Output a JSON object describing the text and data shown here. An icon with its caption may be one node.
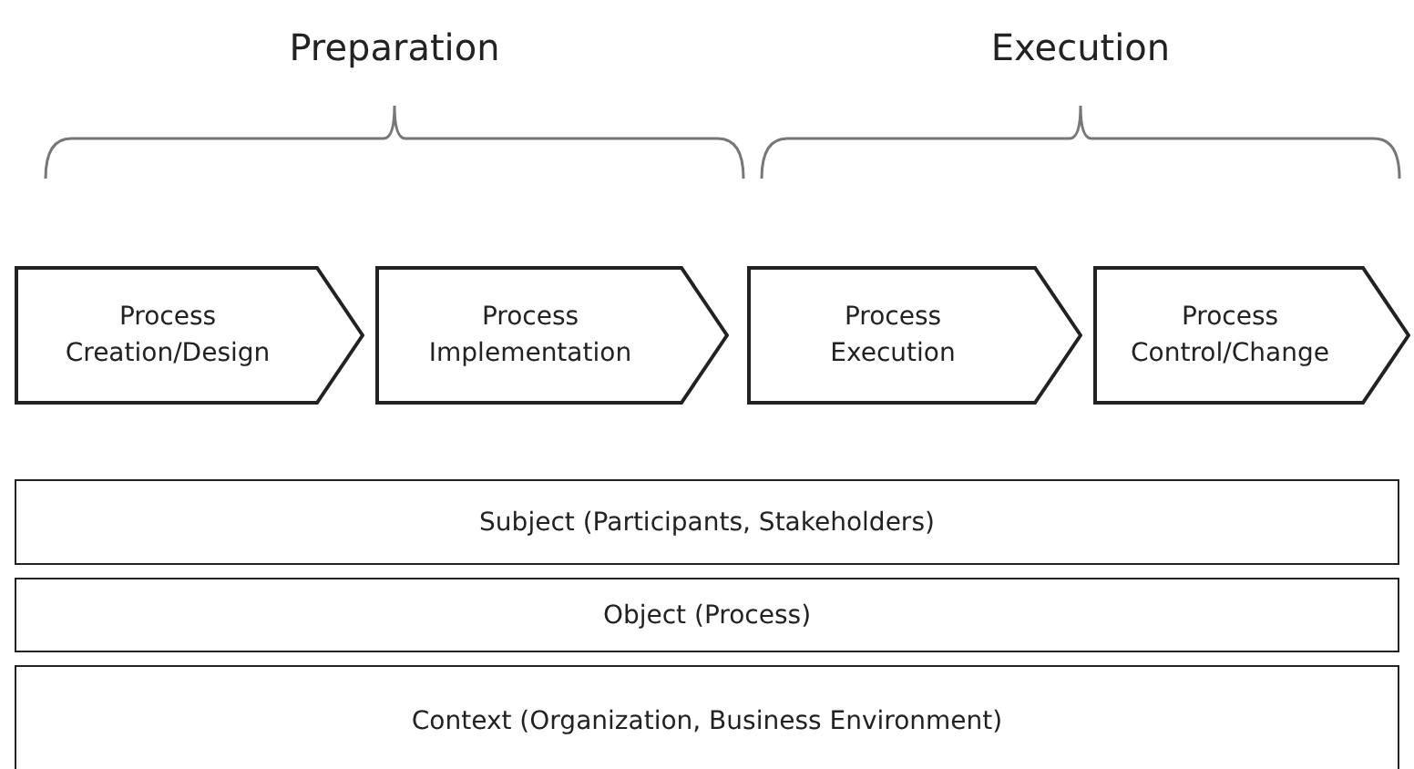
{
  "diagram": {
    "nodes": [
      {
        "text": [
          "Process Creation/Design"
        ]
      },
      {
        "text": [
          "Process Implementation"
        ]
      },
      {
        "text": [
          "Process Execution"
        ]
      },
      {
        "text": [
          "Process Control/Change"
        ]
      },
      {
        "text": [
          "Subject (Participants, Stakeholders)"
        ]
      },
      {
        "text": [
          "Object (Process)"
        ]
      },
      {
        "text": [
          "Context (Organization, Business Environment)"
        ]
      }
    ],
    "labels": [
      "Preparation",
      "Execution"
    ]
  }
}
